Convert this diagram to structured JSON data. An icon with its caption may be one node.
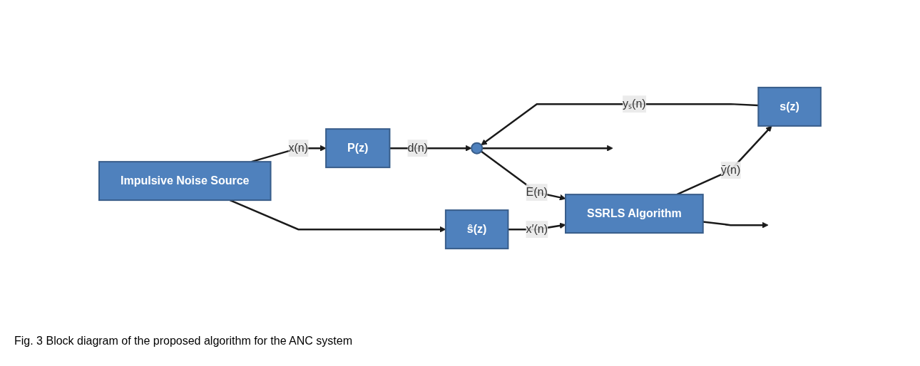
{
  "diagram": {
    "caption": "Fig. 3 Block diagram of the proposed algorithm for the ANC system",
    "nodes": [
      {
        "text": [
          "Impulsive Noise Source"
        ]
      },
      {
        "text": [
          "P(z)"
        ]
      },
      {
        "text": [],
        "shape": "circle"
      },
      {
        "text": [
          "ŝ(z)"
        ]
      },
      {
        "text": [
          "SSRLS Algorithm"
        ]
      },
      {
        "text": [
          "s(z)"
        ]
      }
    ],
    "edges": [
      {
        "from": 0,
        "to": 1,
        "arrow": "to",
        "label": "x(n)"
      },
      {
        "from": 0,
        "to": 3,
        "arrow": "to"
      },
      {
        "from": 1,
        "to": 2,
        "arrow": "to",
        "label": "d(n)"
      },
      {
        "from": 3,
        "to": 4,
        "arrow": "to",
        "label": "x′(n)"
      },
      {
        "from": 4,
        "to": 5,
        "arrow": "to",
        "label": "ȳ(n)"
      },
      {
        "from": 5,
        "to": 2,
        "arrow": "to",
        "label": "yₛ(n)"
      },
      {
        "from": 2,
        "to": null,
        "arrow": "to"
      },
      {
        "from": 2,
        "to": 4,
        "arrow": "to",
        "label": "E(n)"
      },
      {
        "from": 4,
        "to": null,
        "arrow": "to"
      }
    ]
  }
}
